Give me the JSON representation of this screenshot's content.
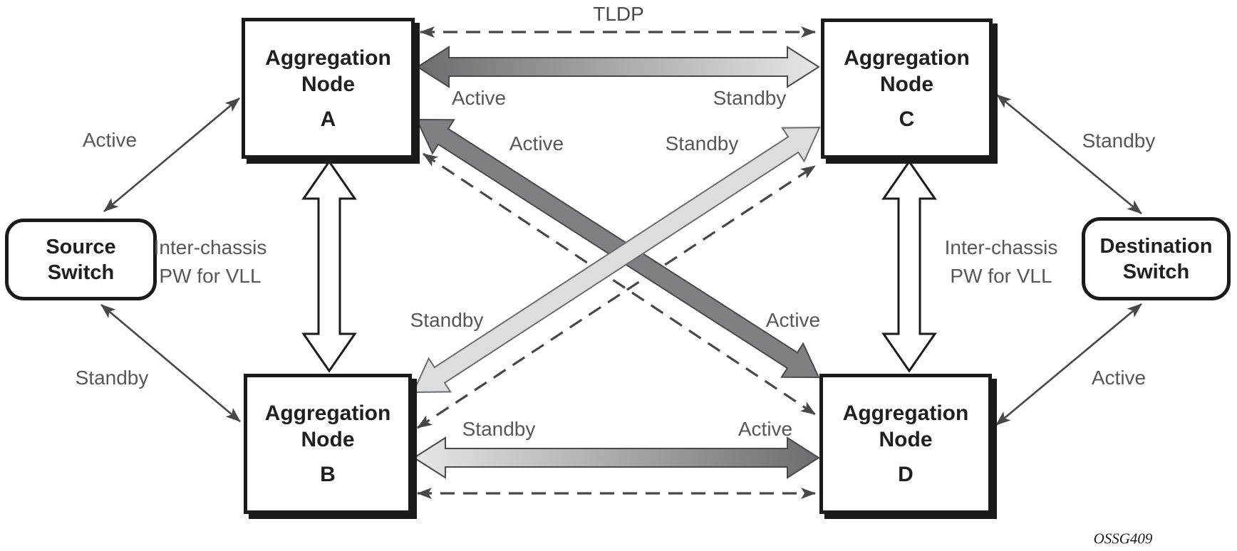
{
  "figure_code": "OSSG409",
  "nodes": {
    "node_a": {
      "line1": "Aggregation",
      "line2": "Node",
      "letter": "A"
    },
    "node_b": {
      "line1": "Aggregation",
      "line2": "Node",
      "letter": "B"
    },
    "node_c": {
      "line1": "Aggregation",
      "line2": "Node",
      "letter": "C"
    },
    "node_d": {
      "line1": "Aggregation",
      "line2": "Node",
      "letter": "D"
    },
    "source_switch": {
      "line1": "Source",
      "line2": "Switch"
    },
    "destination_switch": {
      "line1": "Destination",
      "line2": "Switch"
    }
  },
  "edge_labels": {
    "tldp": "TLDP",
    "source_to_a": "Active",
    "source_to_b": "Standby",
    "destination_to_c": "Standby",
    "destination_to_d": "Active",
    "a_c_left": "Active",
    "a_c_right": "Standby",
    "a_d_upper": "Active",
    "a_d_lower": "Active",
    "b_c_upper": "Standby",
    "b_c_lower": "Standby",
    "b_d_left": "Standby",
    "b_d_right": "Active",
    "interchassis_left": {
      "line1": "Inter-chassis",
      "line2": "PW for VLL"
    },
    "interchassis_right": {
      "line1": "Inter-chassis",
      "line2": "PW for VLL"
    }
  },
  "colors": {
    "dark_arrow": "#7f8083",
    "light_arrow": "#dcddde",
    "arrow_outline": "#4a4a4b",
    "box_border": "#1a1a1a",
    "label_text": "#56575a",
    "line_color": "#47484b"
  }
}
